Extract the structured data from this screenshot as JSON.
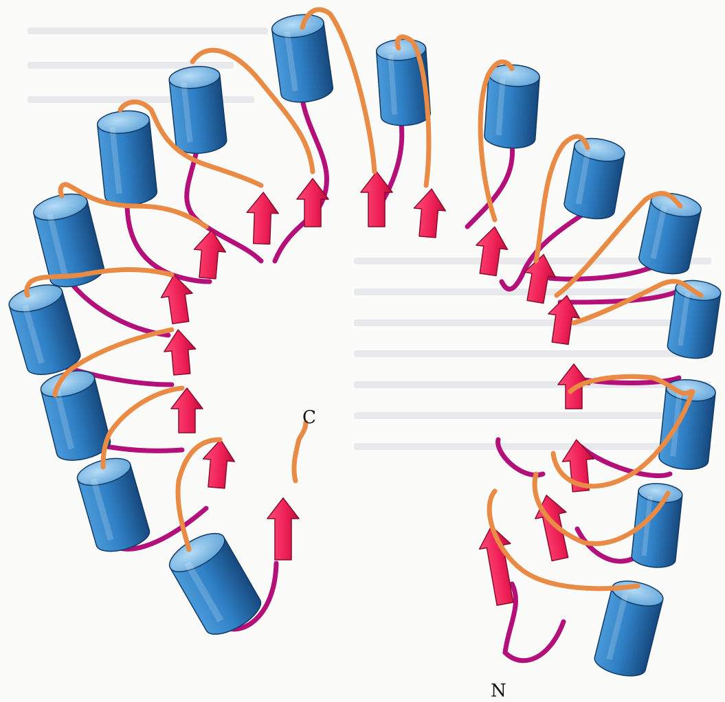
{
  "labels": {
    "c_terminus": "C",
    "n_terminus": "N"
  },
  "colors": {
    "background": "#fbfbfa",
    "helix_fill": "#2f80c6",
    "helix_top": "#8cc2ea",
    "helix_dark": "#17487d",
    "strand_fill": "#ee1f55",
    "strand_dark": "#8e0a2a",
    "loop_orange": "#e98a45",
    "loop_magenta": "#b3107a"
  },
  "structure": {
    "repeat_units": 16,
    "helix_icon": "cylinder",
    "strand_icon": "arrow"
  }
}
